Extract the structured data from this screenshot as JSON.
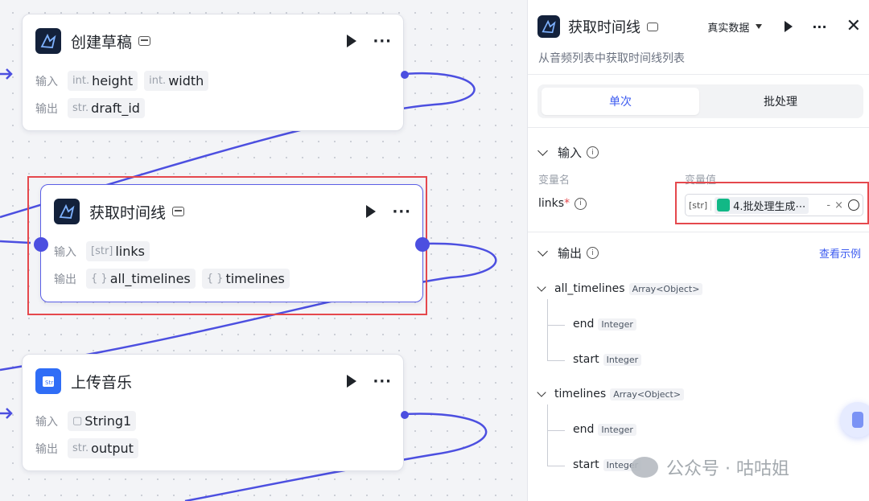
{
  "canvas": {
    "nodes": [
      {
        "title": "创建草稿",
        "input_label": "输入",
        "output_label": "输出",
        "inputs": [
          {
            "prefix": "int.",
            "name": "height"
          },
          {
            "prefix": "int.",
            "name": "width"
          }
        ],
        "outputs": [
          {
            "prefix": "str.",
            "name": "draft_id"
          }
        ]
      },
      {
        "title": "获取时间线",
        "input_label": "输入",
        "output_label": "输出",
        "inputs": [
          {
            "prefix": "[str]",
            "name": "links"
          }
        ],
        "outputs": [
          {
            "prefix": "{ }",
            "name": "all_timelines"
          },
          {
            "prefix": "{ }",
            "name": "timelines"
          }
        ]
      },
      {
        "title": "上传音乐",
        "input_label": "输入",
        "output_label": "输出",
        "inputs": [
          {
            "prefix": "▢",
            "name": "String1"
          }
        ],
        "outputs": [
          {
            "prefix": "str.",
            "name": "output"
          }
        ]
      }
    ],
    "more_glyph": "···"
  },
  "panel": {
    "title": "获取时间线",
    "data_mode": "真实数据",
    "description": "从音频列表中获取时间线列表",
    "tabs": {
      "single": "单次",
      "batch": "批处理"
    },
    "input_section": {
      "title": "输入",
      "col_name": "变量名",
      "col_value": "变量值",
      "param": {
        "name": "links",
        "required_mark": "*",
        "type": "[str]",
        "value": "4.批处理生成⋯",
        "dash": "-",
        "clear": "×"
      }
    },
    "output_section": {
      "title": "输出",
      "example_link": "查看示例",
      "fields": [
        {
          "name": "all_timelines",
          "type": "Array<Object>",
          "children": [
            {
              "name": "end",
              "type": "Integer"
            },
            {
              "name": "start",
              "type": "Integer"
            }
          ]
        },
        {
          "name": "timelines",
          "type": "Array<Object>",
          "children": [
            {
              "name": "end",
              "type": "Integer"
            },
            {
              "name": "start",
              "type": "Integer"
            }
          ]
        }
      ]
    },
    "watermark": "公众号 · 咕咕姐",
    "colors": {
      "accent": "#3c5bf0",
      "highlight": "#e5484d",
      "port": "#4c4fe0"
    }
  }
}
